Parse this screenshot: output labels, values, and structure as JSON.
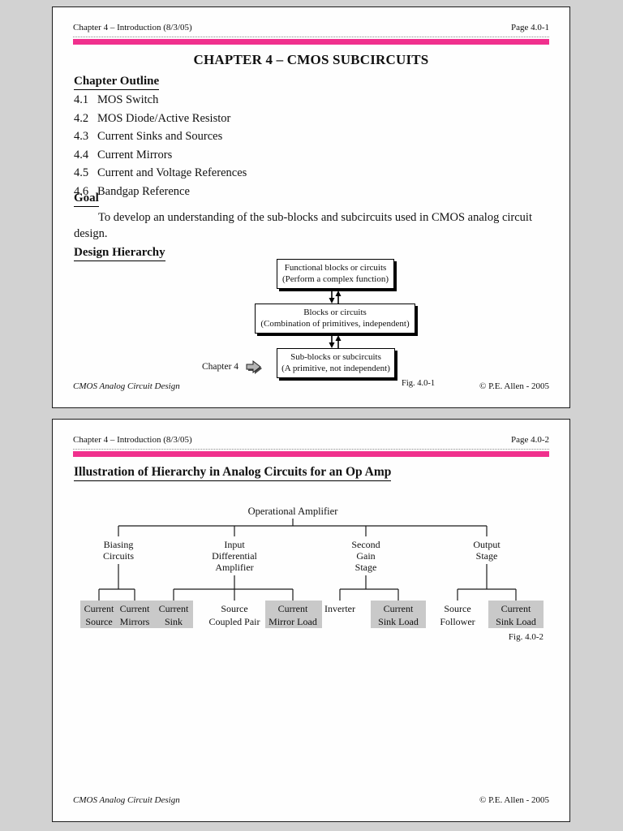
{
  "colors": {
    "accent_pink": "#f0308d",
    "highlight_gray": "#c9c9c9",
    "page_background": "#d2d2d2"
  },
  "page1": {
    "header": {
      "left": "Chapter 4 – Introduction  (8/3/05)",
      "right": "Page 4.0-1"
    },
    "title": "CHAPTER 4 – CMOS SUBCIRCUITS",
    "outline_heading": "Chapter Outline",
    "outline": [
      {
        "num": "4.1",
        "label": "MOS Switch"
      },
      {
        "num": "4.2",
        "label": "MOS Diode/Active Resistor"
      },
      {
        "num": "4.3",
        "label": "Current Sinks and Sources"
      },
      {
        "num": "4.4",
        "label": "Current Mirrors"
      },
      {
        "num": "4.5",
        "label": "Current and Voltage References"
      },
      {
        "num": "4.6",
        "label": "Bandgap Reference"
      }
    ],
    "goal_heading": "Goal",
    "goal_text": "To develop an understanding of the sub-blocks and subcircuits used in CMOS analog circuit design.",
    "hierarchy_heading": "Design Hierarchy",
    "diagram": {
      "boxes": [
        {
          "line1": "Functional blocks or circuits",
          "line2": "(Perform a complex function)"
        },
        {
          "line1": "Blocks or circuits",
          "line2": "(Combination of primitives, independent)"
        },
        {
          "line1": "Sub-blocks or subcircuits",
          "line2": "(A primitive, not independent)"
        }
      ],
      "chapter_label": "Chapter 4",
      "fig_label": "Fig. 4.0-1"
    },
    "footer": {
      "left": "CMOS Analog Circuit Design",
      "right": "© P.E. Allen - 2005"
    }
  },
  "page2": {
    "header": {
      "left": "Chapter 4 – Introduction  (8/3/05)",
      "right": "Page 4.0-2"
    },
    "title": "Illustration of Hierarchy in Analog Circuits for an Op Amp",
    "tree": {
      "root": "Operational Amplifier",
      "branches": [
        {
          "lines": [
            "Biasing",
            "Circuits"
          ]
        },
        {
          "lines": [
            "Input",
            "Differential",
            "Amplifier"
          ]
        },
        {
          "lines": [
            "Second",
            "Gain",
            "Stage"
          ]
        },
        {
          "lines": [
            "Output",
            "Stage"
          ]
        }
      ],
      "leaves": [
        {
          "lines": [
            "Current",
            "Source"
          ],
          "highlighted": true
        },
        {
          "lines": [
            "Current",
            "Mirrors"
          ],
          "highlighted": true
        },
        {
          "lines": [
            "Current",
            "Sink"
          ],
          "highlighted": true
        },
        {
          "lines": [
            "Source",
            "Coupled Pair"
          ],
          "highlighted": false
        },
        {
          "lines": [
            "Current",
            "Mirror Load"
          ],
          "highlighted": true
        },
        {
          "lines": [
            "Inverter"
          ],
          "highlighted": false
        },
        {
          "lines": [
            "Current",
            "Sink Load"
          ],
          "highlighted": true
        },
        {
          "lines": [
            "Source",
            "Follower"
          ],
          "highlighted": false
        },
        {
          "lines": [
            "Current",
            "Sink Load"
          ],
          "highlighted": true
        }
      ],
      "fig_label": "Fig. 4.0-2"
    },
    "footer": {
      "left": "CMOS Analog Circuit Design",
      "right": "© P.E. Allen - 2005"
    }
  }
}
